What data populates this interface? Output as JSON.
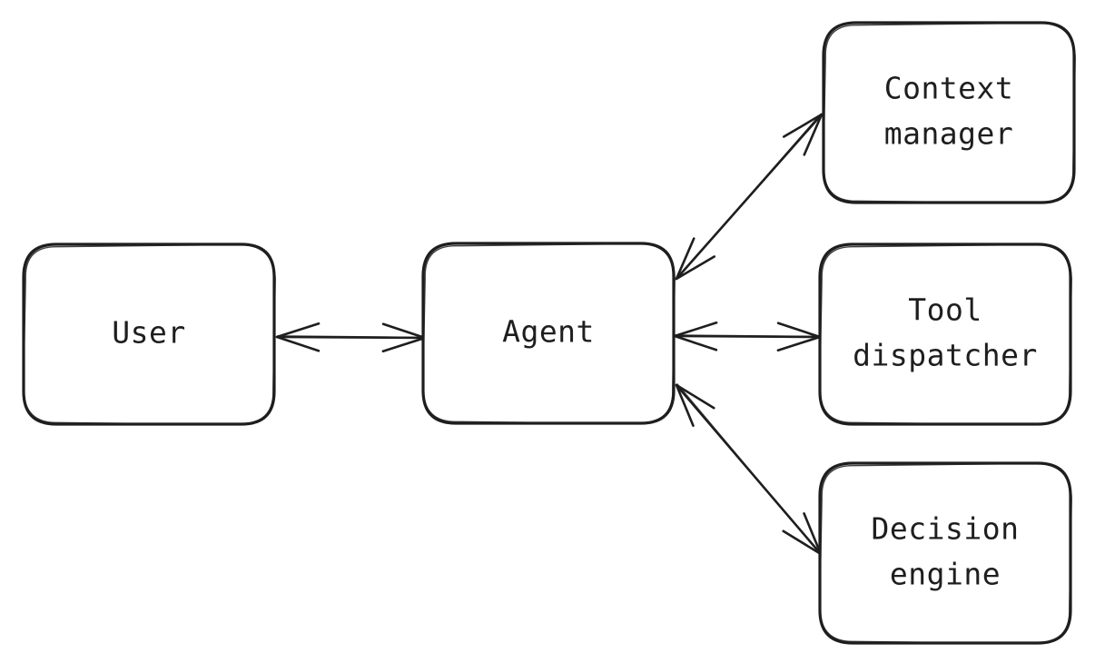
{
  "diagram": {
    "nodes": [
      {
        "id": "user",
        "lines": [
          "User"
        ]
      },
      {
        "id": "agent",
        "lines": [
          "Agent"
        ]
      },
      {
        "id": "context-manager",
        "lines": [
          "Context",
          "manager"
        ]
      },
      {
        "id": "tool-dispatcher",
        "lines": [
          "Tool",
          "dispatcher"
        ]
      },
      {
        "id": "decision-engine",
        "lines": [
          "Decision",
          "engine"
        ]
      }
    ],
    "edges": [
      {
        "from": "user",
        "to": "agent",
        "direction": "bidirectional"
      },
      {
        "from": "agent",
        "to": "context-manager",
        "direction": "bidirectional"
      },
      {
        "from": "agent",
        "to": "tool-dispatcher",
        "direction": "bidirectional"
      },
      {
        "from": "agent",
        "to": "decision-engine",
        "direction": "bidirectional"
      }
    ],
    "colors": {
      "stroke": "#1e1e1e",
      "background": "#ffffff"
    }
  }
}
